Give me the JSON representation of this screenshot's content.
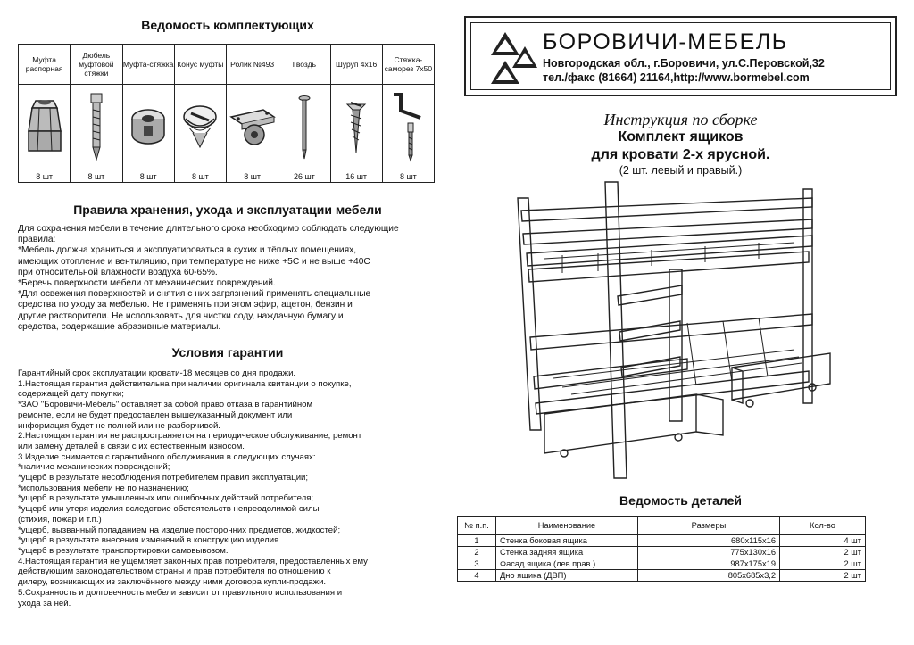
{
  "components": {
    "title": "Ведомость комплектующих",
    "items": [
      {
        "name": "Муфта распорная",
        "qty": "8 шт",
        "icon": "expansion-nut-icon"
      },
      {
        "name": "Дюбель муфтовой стяжки",
        "qty": "8 шт",
        "icon": "dowel-icon"
      },
      {
        "name": "Муфта-стяжка",
        "qty": "8 шт",
        "icon": "coupling-icon"
      },
      {
        "name": "Конус муфты",
        "qty": "8 шт",
        "icon": "cone-icon"
      },
      {
        "name": "Ролик №493",
        "qty": "8 шт",
        "icon": "roller-icon"
      },
      {
        "name": "Гвоздь",
        "qty": "26 шт",
        "icon": "nail-icon"
      },
      {
        "name": "Шуруп 4х16",
        "qty": "16 шт",
        "icon": "screw-icon"
      },
      {
        "name": "Стяжка-саморез 7х50",
        "qty": "8 шт",
        "icon": "hex-key-screw-icon"
      }
    ]
  },
  "rules": {
    "title": "Правила хранения, ухода и эксплуатации мебели",
    "lines": [
      "Для сохранения мебели в течение длительного срока необходимо соблюдать следующие",
      "правила:",
      "*Мебель должна храниться и эксплуатироваться в сухих и тёплых помещениях,",
      "имеющих отопление и вентиляцию, при температуре не ниже +5С и не выше +40С",
      "при относительной влажности воздуха 60-65%.",
      "*Беречь поверхности мебели от механических повреждений.",
      "*Для освежения поверхностей и снятия с них загрязнений применять специальные",
      "средства по уходу за мебелью. Не применять при этом эфир, ацетон, бензин и",
      "другие растворители. Не использовать для чистки соду, наждачную бумагу и",
      "средства, содержащие абразивные материалы."
    ]
  },
  "guarantee": {
    "title": "Условия гарантии",
    "lines": [
      "Гарантийный срок эксплуатации кровати-18 месяцев со дня продажи.",
      "1.Настоящая гарантия действительна при наличии оригинала квитанции о покупке,",
      "содержащей дату покупки;",
      "*ЗАО \"Боровичи-Мебель\" оставляет за собой право отказа в гарантийном",
      "ремонте, если не будет предоставлен вышеуказанный документ или",
      "информация будет не полной или не разборчивой.",
      "2.Настоящая гарантия не распространяется на периодическое обслуживание, ремонт",
      "или замену деталей в связи с их естественным износом.",
      "3.Изделие снимается с гарантийного обслуживания в следующих случаях:",
      "*наличие механических повреждений;",
      "*ущерб в результате несоблюдения потребителем правил эксплуатации;",
      "*использования мебели не по назначению;",
      "*ущерб в результате умышленных или ошибочных действий потребителя;",
      "*ущерб или утеря изделия вследствие обстоятельств непреодолимой силы",
      "(стихия, пожар и т.п.)",
      "*ущерб, вызванный попаданием на изделие посторонних предметов, жидкостей;",
      "*ущерб в результате внесения изменений в конструкцию изделия",
      "*ущерб в результате транспортировки самовывозом.",
      "4.Настоящая гарантия не ущемляет законных прав потребителя, предоставленных ему",
      "действующим законодательством страны и прав потребителя по отношению к",
      "дилеру, возникающих из заключённого между ними договора купли-продажи.",
      "5.Сохранность и долговечность мебели зависит от правильного использования и",
      "ухода за ней."
    ]
  },
  "company": {
    "name": "БОРОВИЧИ-МЕБЕЛЬ",
    "address": "Новгородская обл., г.Боровичи, ул.С.Перовской,32",
    "contact": "тел./факс (81664) 21164,http://www.bormebel.com"
  },
  "instruction": {
    "line1": "Инструкция по сборке",
    "line2": "Комплект ящиков",
    "line3": "для кровати 2-х ярусной.",
    "line4": "(2 шт. левый и правый.)"
  },
  "details": {
    "title": "Ведомость деталей",
    "headers": [
      "№ п.п.",
      "Наименование",
      "Размеры",
      "Кол-во"
    ],
    "rows": [
      [
        "1",
        "Стенка боковая ящика",
        "680х115х16",
        "4 шт"
      ],
      [
        "2",
        "Стенка задняя ящика",
        "775х130х16",
        "2 шт"
      ],
      [
        "3",
        "Фасад ящика (лев.прав.)",
        "987х175х19",
        "2 шт"
      ],
      [
        "4",
        "Дно ящика (ДВП)",
        "805х685х3,2",
        "2 шт"
      ]
    ]
  }
}
